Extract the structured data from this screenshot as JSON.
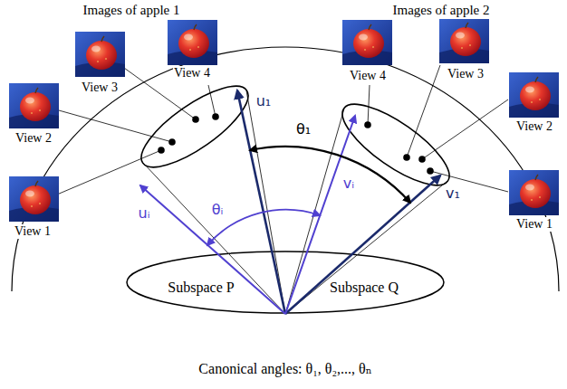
{
  "diagram": {
    "caption": "Canonical angles: θ₁, θ₂,..., θₙ",
    "labels": [
      "Images of apple 1",
      "Images of apple 2",
      "View 3",
      "View 4",
      "View 2",
      "View 1",
      "View 4",
      "View 3",
      "View 2",
      "View 1",
      "u₁",
      "θ₁",
      "θᵢ",
      "uᵢ",
      "vᵢ",
      "v₁",
      "Subspace P",
      "Subspace Q"
    ]
  }
}
